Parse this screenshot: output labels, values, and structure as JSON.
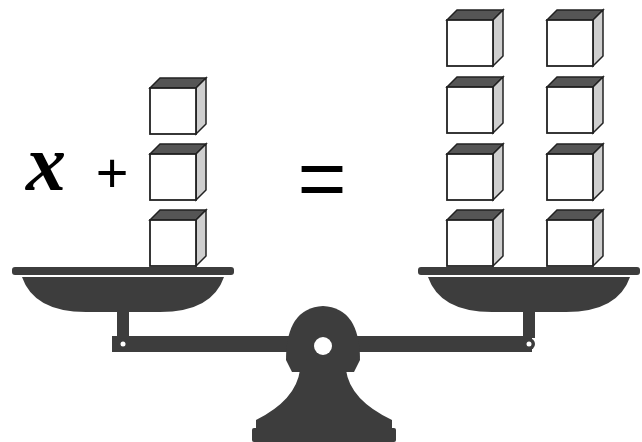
{
  "diagram": {
    "labels": [
      "x",
      "+",
      "="
    ]
  }
}
